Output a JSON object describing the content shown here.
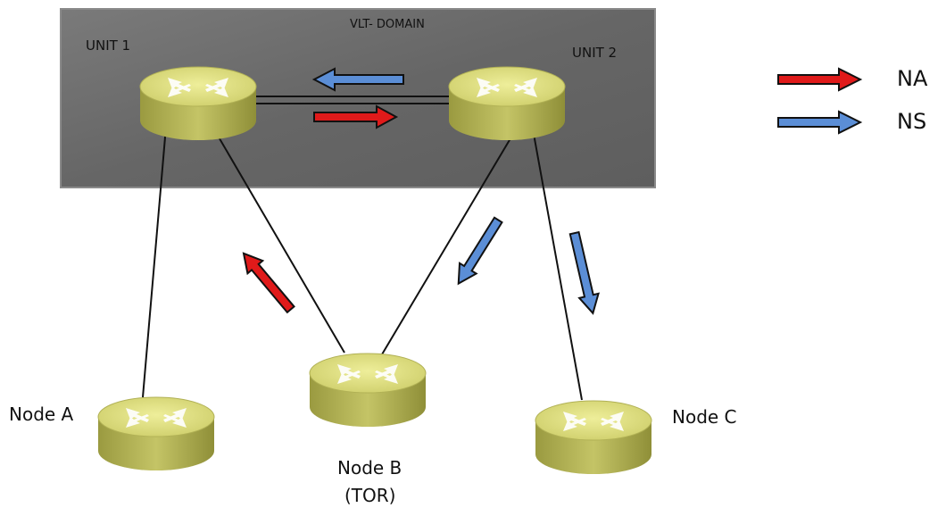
{
  "domain": {
    "title": "VLT- DOMAIN"
  },
  "units": [
    {
      "id": "unit1",
      "label": "UNIT 1"
    },
    {
      "id": "unit2",
      "label": "UNIT 2"
    }
  ],
  "nodes": [
    {
      "id": "node-a",
      "label": "Node A"
    },
    {
      "id": "node-b",
      "label": "Node B",
      "sublabel": "(TOR)"
    },
    {
      "id": "node-c",
      "label": "Node C"
    }
  ],
  "legend": [
    {
      "label": "NA",
      "color": "#e01a1a"
    },
    {
      "label": "NS",
      "color": "#5b8ed6"
    }
  ],
  "colors": {
    "domain_box": "#6e6e6e",
    "router_body": "#b9b95a",
    "router_top": "#dede85",
    "line": "#111111"
  },
  "icons": [
    "router-icon",
    "arrow-icon"
  ]
}
